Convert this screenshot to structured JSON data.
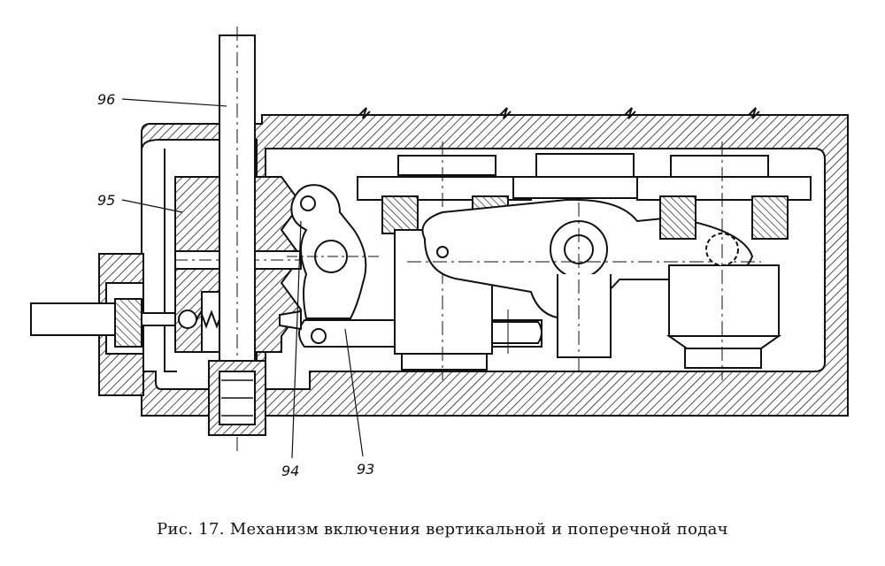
{
  "figure": {
    "caption": "Рис. 17. Механизм включения вертикальной и поперечной подач",
    "callouts": {
      "label_96": "96",
      "label_95": "95",
      "label_94": "94",
      "label_93": "93"
    }
  }
}
